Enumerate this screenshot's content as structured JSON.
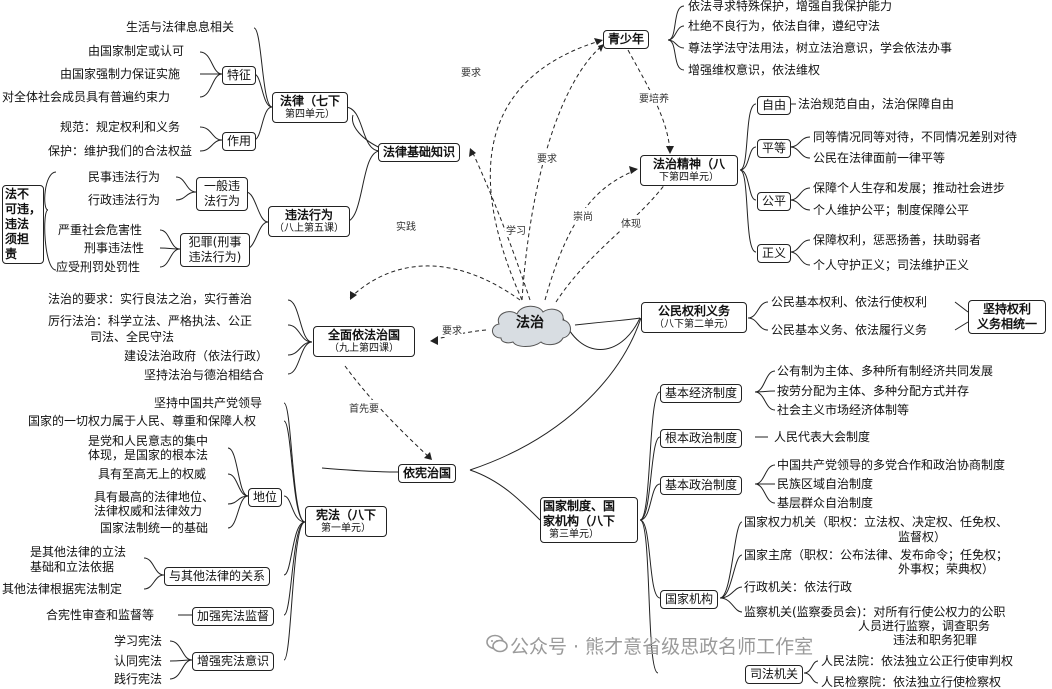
{
  "center": "法治",
  "qingshaonian": {
    "title": "青少年",
    "items": [
      "依法寻求特殊保护，增强自我保护能力",
      "杜绝不良行为，依法自律，遵纪守法",
      "尊法学法守法用法，树立法治意识，学会依法办事",
      "增强维权意识，依法维权"
    ]
  },
  "fazhijingshen": {
    "title": "法治精神（八",
    "sub": "下第四单元）",
    "ziyou": "自由",
    "ziyou_item": "法治规范自由，法治保障自由",
    "pingdeng": "平等",
    "pingdeng_items": [
      "同等情况同等对待，不同情况差别对待",
      "公民在法律面前一律平等"
    ],
    "gongping": "公平",
    "gongping_items": [
      "保障个人生存和发展；推动社会进步",
      "个人维护公平；制度保障公平"
    ],
    "zhengyi": "正义",
    "zhengyi_items": [
      "保障权利，惩恶扬善，扶助弱者",
      "个人守护正义；司法维护正义"
    ]
  },
  "gongmin": {
    "title": "公民权利义务",
    "sub": "（八下第二单元）",
    "items": [
      "公民基本权利、依法行使权利",
      "公民基本义务、依法履行义务"
    ],
    "summary": [
      "坚持权利",
      "义务相统一"
    ]
  },
  "falvjichu": {
    "title": "法律基础知识",
    "falv": {
      "title": "法律（七下",
      "sub": "第四单元）"
    },
    "shenghuo": "生活与法律息息相关",
    "tezheng": "特征",
    "tezheng_items": [
      "由国家制定或认可",
      "由国家强制力保证实施",
      "对全体社会成员具有普遍约束力"
    ],
    "zuoyong": "作用",
    "zuoyong_items": [
      "规范：规定权利和义务",
      "保护：维护我们的合法权益"
    ],
    "weifa": {
      "title": "违法行为",
      "sub": "（八上第五课）"
    },
    "yiban": [
      "一般违",
      "法行为"
    ],
    "yiban_items": [
      "民事违法行为",
      "行政违法行为"
    ],
    "fanzui": [
      "犯罪(刑事",
      "违法行为)"
    ],
    "fanzui_items": [
      "严重社会危害性",
      "刑事违法性",
      "应受刑罚处罚性"
    ],
    "side": [
      "法不",
      "可违，",
      "违法",
      "须担",
      "责"
    ]
  },
  "quanmian": {
    "title": "全面依法治国",
    "sub": "（九上第四课）",
    "items": [
      "法治的要求：实行良法之治，实行善治",
      "厉行法治：科学立法、严格执法、公正",
      "司法、全民守法",
      "建设法治政府（依法行政）",
      "坚持法治与德治相结合"
    ]
  },
  "yixian": "依宪治国",
  "xianfa": {
    "title": "宪法（八下",
    "sub": "第一单元）",
    "top_items": [
      "坚持中国共产党领导",
      "国家的一切权力属于人民、尊重和保障人权"
    ],
    "diwei": "地位",
    "diwei_items": [
      "是党和人民意志的集中",
      "体现，是国家的根本法",
      "具有至高无上的权威",
      "具有最高的法律地位、",
      "法律权威和法律效力",
      "国家法制统一的基础"
    ],
    "guanxi": "与其他法律的关系",
    "guanxi_items": [
      "是其他法律的立法",
      "基础和立法依据",
      "其他法律根据宪法制定"
    ],
    "jiandu": "加强宪法监督",
    "jiandu_items": [
      "合宪性审查和监督等"
    ],
    "yishi": "增强宪法意识",
    "yishi_items": [
      "学习宪法",
      "认同宪法",
      "践行宪法"
    ]
  },
  "guojia": {
    "title": [
      "国家制度、国",
      "家机构（八下",
      "第三单元）"
    ],
    "jingji": "基本经济制度",
    "jingji_items": [
      "公有制为主体、多种所有制经济共同发展",
      "按劳分配为主体、多种分配方式并存",
      "社会主义市场经济体制等"
    ],
    "genben": "根本政治制度",
    "genben_item": "人民代表大会制度",
    "jiben": "基本政治制度",
    "jiben_items": [
      "中国共产党领导的多党合作和政治协商制度",
      "民族区域自治制度",
      "基层群众自治制度"
    ],
    "jigou": "国家机构",
    "jigou_items": [
      "国家权力机关（职权：立法权、决定权、任免权、",
      "监督权）",
      "国家主席（职权：公布法律、发布命令；任免权；",
      "外事权；荣典权）",
      "行政机关：依法行政",
      "监察机关(监察委员会)：对所有行使公权力的公职",
      "人员进行监察，调查职务",
      "违法和职务犯罪"
    ],
    "sifa": "司法机关",
    "sifa_items": [
      "人民法院：依法独立公正行使审判权",
      "人民检察院：依法独立行使检察权"
    ]
  },
  "edges": {
    "yaoqiu1": "要求",
    "yaoqiu2": "要求",
    "yaoqiu3": "要求",
    "yaopeiyang": "要培养",
    "xuexi": "学习",
    "shijian": "实践",
    "chongshang": "崇尚",
    "tixian": "体现",
    "shouxianyao": "首先要"
  },
  "watermark": "公众号 · 熊才意省级思政名师工作室"
}
